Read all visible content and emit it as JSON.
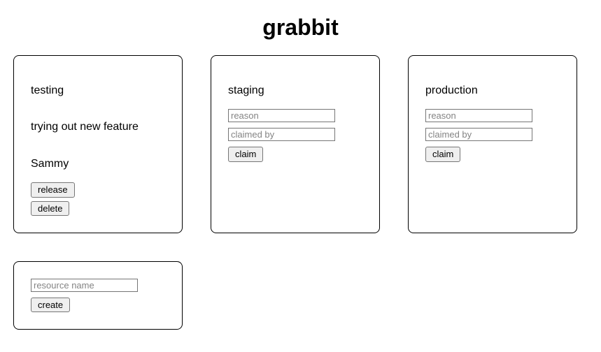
{
  "title": "grabbit",
  "resources": [
    {
      "name": "testing",
      "reason": "trying out new feature",
      "claimed_by": "Sammy",
      "buttons": {
        "release": "release",
        "delete": "delete"
      }
    },
    {
      "name": "staging",
      "inputs": {
        "reason_placeholder": "reason",
        "claimed_by_placeholder": "claimed by"
      },
      "buttons": {
        "claim": "claim"
      }
    },
    {
      "name": "production",
      "inputs": {
        "reason_placeholder": "reason",
        "claimed_by_placeholder": "claimed by"
      },
      "buttons": {
        "claim": "claim"
      }
    }
  ],
  "create": {
    "name_placeholder": "resource name",
    "button": "create"
  },
  "colors": {
    "background": "#ffffff",
    "text": "#000000",
    "card_border": "#000000",
    "button_bg": "#efefef",
    "control_border": "#767676",
    "placeholder_text": "#848484"
  }
}
